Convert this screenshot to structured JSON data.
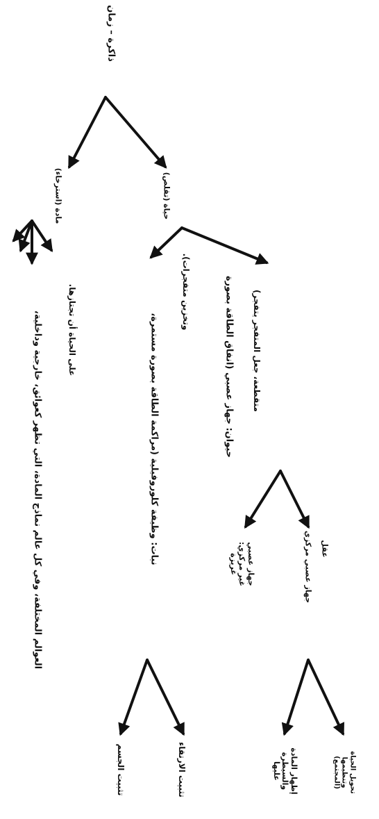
{
  "diagram": {
    "root": "ذاكرة – زمان",
    "matter": "مادة (استرخاء)",
    "life": "حياة (تقلص)",
    "plants": "نبات: وظيفة كلوروفيلية (مراكمة الطاقة بصورة مستمرة،",
    "plants_cont": "وتخزين متفجرات).",
    "animal": "حيوان: جهاز عصبي (انفاق الطاقة بصورة",
    "animal_cont": "متقطعة، جعل المتفجر يتفجر)",
    "worlds": "العوالم المختلفة، وفي كل عالم نماذج المادة، التي تظهر كعوائق، خارجية وداخلية،",
    "worlds_cont": "على الحياة أن تجتازها.",
    "ns_noncentral": "جهاز عصبي غير مركزي: غريزة",
    "ns_central": "جهاز عصبي مركزي",
    "ns_central_cont": "عقل",
    "fix_body": "تثبيت الجسم",
    "fix_evolution": "تثبيت الارتقاء",
    "matter_appear": "إظهار المادة والسيطرة عليها",
    "transform_life": "تحويل الحياة وتنظيمها (المجتمع)"
  },
  "colors": {
    "ink": "#111111",
    "background": "#ffffff"
  }
}
